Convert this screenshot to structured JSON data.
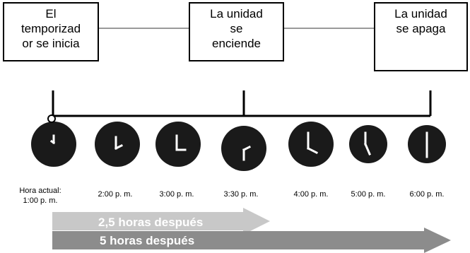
{
  "boxes": [
    {
      "text": "El\ntemporizad\nor se inicia"
    },
    {
      "text": "La unidad\nse\nenciende"
    },
    {
      "text": "La unidad\nse apaga"
    }
  ],
  "clocks": [
    {
      "label": "Hora actual:\n1:00 p. m."
    },
    {
      "label": "2:00 p. m."
    },
    {
      "label": "3:00 p. m."
    },
    {
      "label": "3:30 p. m."
    },
    {
      "label": "4:00 p. m."
    },
    {
      "label": "5:00 p. m."
    },
    {
      "label": "6:00 p. m."
    }
  ],
  "arrows": [
    {
      "label": "2,5 horas después",
      "color": "#c8c8c8"
    },
    {
      "label": "5 horas después",
      "color": "#8c8c8c"
    }
  ],
  "colors": {
    "connector": "#9a9a9a",
    "timeline": "#000000",
    "clock_face": "#1a1a1a",
    "clock_hand": "#ffffff"
  }
}
